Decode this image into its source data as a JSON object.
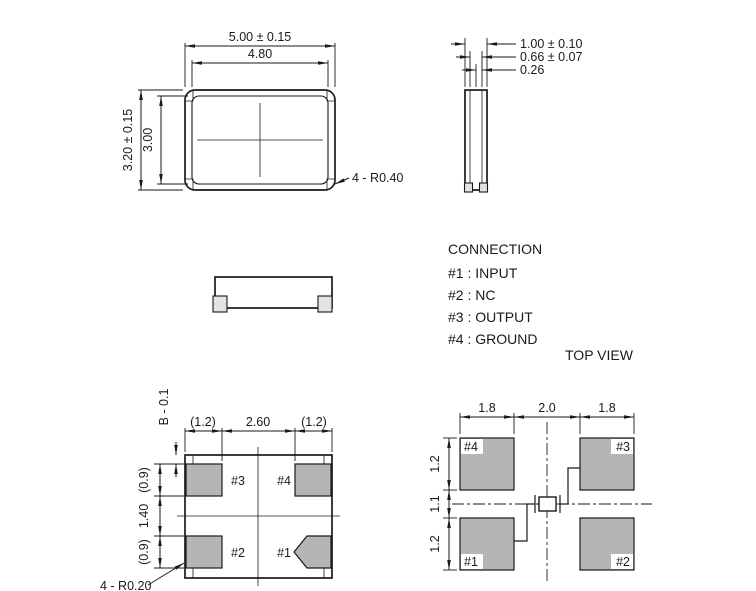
{
  "package_top_view": {
    "dim_width_outer": "5.00 ± 0.15",
    "dim_width_inner": "4.80",
    "dim_height_outer": "3.20 ± 0.15",
    "dim_height_inner": "3.00",
    "corner_radius_note": "4 - R0.40"
  },
  "package_side_view": {
    "dim_thickness_outer": "1.00 ± 0.10",
    "dim_thickness_body": "0.66 ± 0.07",
    "dim_pad": "0.26"
  },
  "connection_legend": {
    "title": "CONNECTION",
    "pins": [
      "#1 : INPUT",
      "#2 : NC",
      "#3 : OUTPUT",
      "#4 : GROUND"
    ]
  },
  "bottom_view": {
    "dim_pad_left": "(1.2)",
    "dim_pad_gap": "2.60",
    "dim_pad_right": "(1.2)",
    "dim_edge": "B - 0.1",
    "dim_side_top": "(0.9)",
    "dim_side_mid": "1.40",
    "dim_side_bottom": "(0.9)",
    "pad_top_left": "#3",
    "pad_top_right": "#4",
    "pad_bottom_left": "#2",
    "pad_bottom_right": "#1",
    "corner_radius_note": "4 - R0.20"
  },
  "land_pattern": {
    "title": "TOP VIEW",
    "dim_left": "1.8",
    "dim_center": "2.0",
    "dim_right": "1.8",
    "dim_v_top": "1.2",
    "dim_v_mid": "1.1",
    "dim_v_bottom": "1.2",
    "pad_top_left": "#4",
    "pad_top_right": "#3",
    "pad_bottom_left": "#1",
    "pad_bottom_right": "#2"
  },
  "colors": {
    "line": "#1a1a1a",
    "pad_fill": "#b5b5b5",
    "pad_light": "#e3e3e3",
    "background": "#ffffff"
  }
}
